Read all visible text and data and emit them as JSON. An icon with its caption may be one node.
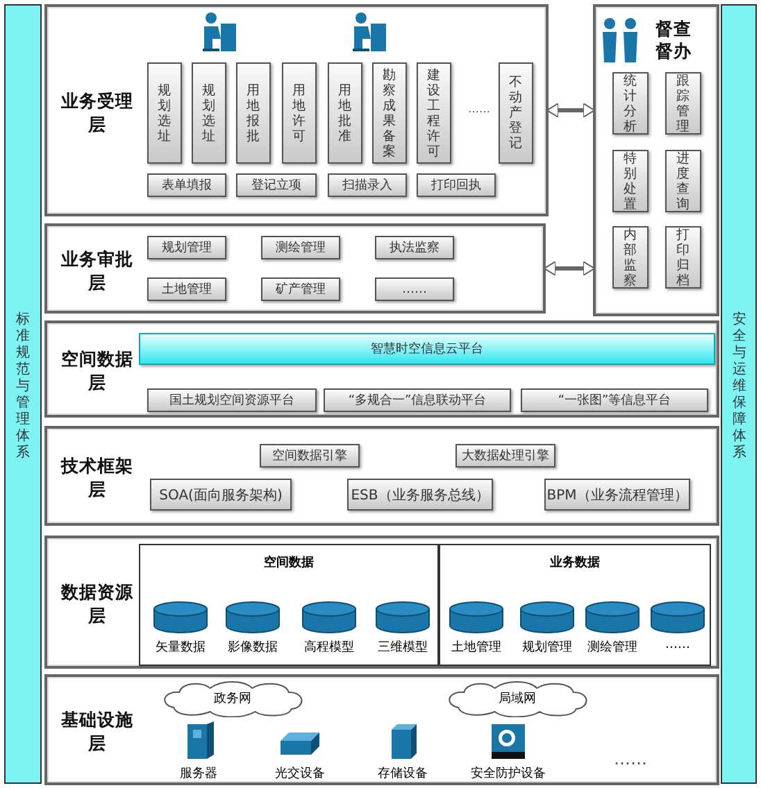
{
  "diagram": {
    "nodes": [
      {
        "text": [
          "标准规范与管理体系"
        ]
      },
      {
        "text": [
          "业务受理层"
        ]
      },
      {
        "text": [
          "规划选址"
        ],
        "in": 1
      },
      {
        "text": [
          "规划选址"
        ],
        "in": 1
      },
      {
        "text": [
          "用地报批"
        ],
        "in": 1
      },
      {
        "text": [
          "用地许可"
        ],
        "in": 1
      },
      {
        "text": [
          "用地批准"
        ],
        "in": 1
      },
      {
        "text": [
          "勘察成果备案"
        ],
        "in": 1
      },
      {
        "text": [
          "建设工程许可"
        ],
        "in": 1
      },
      {
        "text": [
          "不动产登记"
        ],
        "in": 1
      },
      {
        "text": [
          "表单填报"
        ],
        "in": 1
      },
      {
        "text": [
          "登记立项"
        ],
        "in": 1
      },
      {
        "text": [
          "扫描录入"
        ],
        "in": 1
      },
      {
        "text": [
          "打印回执"
        ],
        "in": 1
      },
      {
        "text": [
          "督查督办"
        ]
      },
      {
        "text": [
          "统计分析"
        ],
        "in": 14
      },
      {
        "text": [
          "跟踪管理"
        ],
        "in": 14
      },
      {
        "text": [
          "特别处置"
        ],
        "in": 14
      },
      {
        "text": [
          "进度查询"
        ],
        "in": 14
      },
      {
        "text": [
          "内部监察"
        ],
        "in": 14
      },
      {
        "text": [
          "打印归档"
        ],
        "in": 14
      },
      {
        "text": [
          "业务审批层"
        ]
      },
      {
        "text": [
          "规划管理"
        ],
        "in": 21
      },
      {
        "text": [
          "测绘管理"
        ],
        "in": 21
      },
      {
        "text": [
          "执法监察"
        ],
        "in": 21
      },
      {
        "text": [
          "土地管理"
        ],
        "in": 21
      },
      {
        "text": [
          "矿产管理"
        ],
        "in": 21
      },
      {
        "text": [
          "……"
        ],
        "in": 21
      },
      {
        "text": [
          "安全与运维保障体系"
        ]
      },
      {
        "text": [
          "空间数据层"
        ]
      },
      {
        "text": [
          "智慧时空信息云平台"
        ],
        "in": 29
      },
      {
        "text": [
          "国土规划空间资源平台"
        ],
        "in": 29
      },
      {
        "text": [
          "“多规合一”信息联动平台"
        ],
        "in": 29
      },
      {
        "text": [
          "“一张图”等信息平台"
        ],
        "in": 29
      },
      {
        "text": [
          "技术框架层"
        ]
      },
      {
        "text": [
          "空间数据引擎"
        ],
        "in": 34
      },
      {
        "text": [
          "大数据处理引擎"
        ],
        "in": 34
      },
      {
        "text": [
          "SOA(面向服务架构)"
        ],
        "in": 34
      },
      {
        "text": [
          "ESB（业务服务总线）"
        ],
        "in": 34
      },
      {
        "text": [
          "BPM（业务流程管理）"
        ],
        "in": 34
      },
      {
        "text": [
          "数据资源层"
        ]
      },
      {
        "text": [
          "空间数据"
        ],
        "in": 40
      },
      {
        "text": [
          "矢量数据"
        ],
        "in": 41
      },
      {
        "text": [
          "影像数据"
        ],
        "in": 41
      },
      {
        "text": [
          "高程模型"
        ],
        "in": 41
      },
      {
        "text": [
          "三维模型"
        ],
        "in": 41
      },
      {
        "text": [
          "业务数据"
        ],
        "in": 40
      },
      {
        "text": [
          "土地管理"
        ],
        "in": 46
      },
      {
        "text": [
          "规划管理"
        ],
        "in": 46
      },
      {
        "text": [
          "测绘管理"
        ],
        "in": 46
      },
      {
        "text": [
          "……"
        ],
        "in": 46
      },
      {
        "text": [
          "基础设施层"
        ]
      },
      {
        "text": [
          "政务网"
        ],
        "in": 51
      },
      {
        "text": [
          "局域网"
        ],
        "in": 51
      },
      {
        "text": [
          "服务器"
        ],
        "in": 51
      },
      {
        "text": [
          "光交设备"
        ],
        "in": 51
      },
      {
        "text": [
          "存储设备"
        ],
        "in": 51
      },
      {
        "text": [
          "安全防护设备"
        ],
        "in": 51
      }
    ],
    "edges": [
      {
        "from": 14,
        "to": 1,
        "arrow": "both"
      },
      {
        "from": 14,
        "to": 21,
        "arrow": "both"
      }
    ],
    "labels": [
      "……",
      "……"
    ]
  }
}
